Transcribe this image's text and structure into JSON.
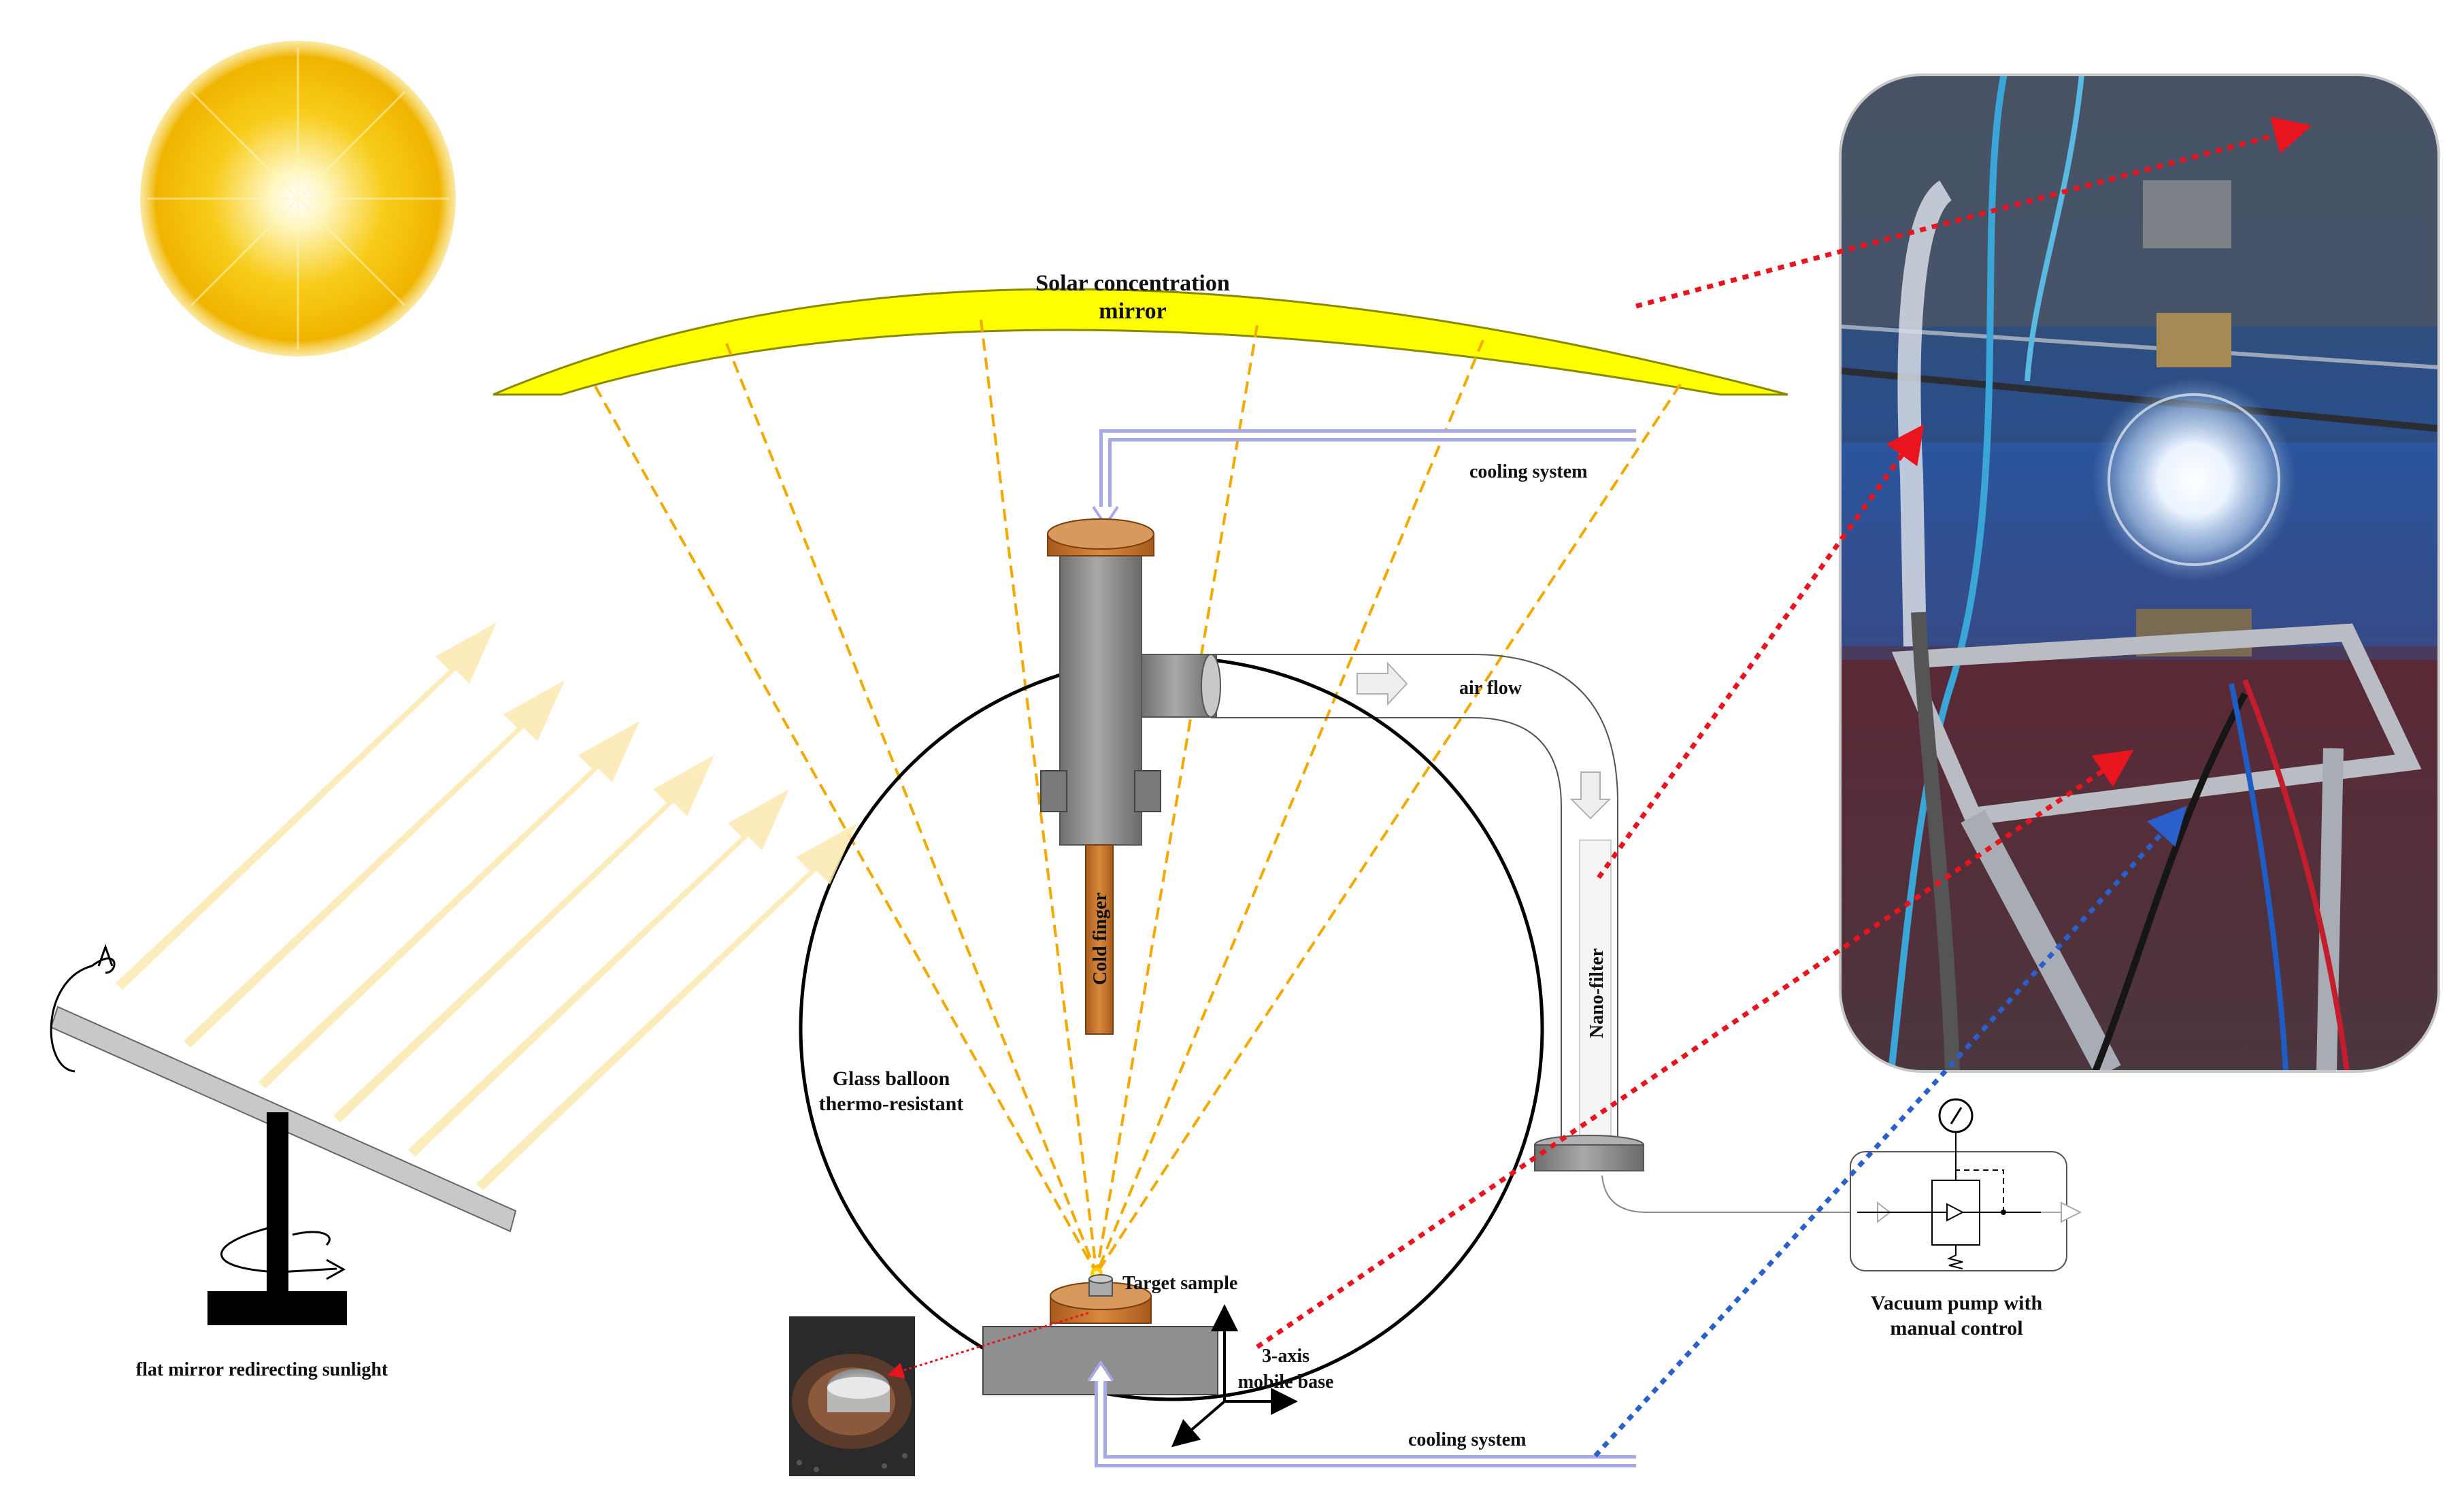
{
  "labels": {
    "mirror": [
      "Solar concentration",
      "mirror"
    ],
    "cooling_top": "cooling system",
    "air_flow": "air flow",
    "cold_finger": "Cold finger",
    "nano_filter": "Nano-filter",
    "balloon": [
      "Glass balloon",
      "thermo-resistant"
    ],
    "target": "Target sample",
    "base": [
      "3-axis",
      "mobile base"
    ],
    "cooling_bottom": "cooling system",
    "vacuum": [
      "Vacuum pump with",
      "manual control"
    ],
    "flat_mirror": "flat mirror redirecting sunlight"
  },
  "colors": {
    "sun": "#f5c400",
    "mirror_fill": "#ffff00",
    "sun_rays": "#fde9b0",
    "focus_lines": "#f2a900",
    "copper": "#c8752a",
    "steel": "#8c8c8c",
    "pointer_red": "#e8141e",
    "pointer_blue": "#2a5fcc",
    "coolant_line": "#a8a8e8"
  },
  "icons": [
    "sun-icon",
    "rotation-arrow-icon",
    "pressure-gauge-icon",
    "flow-arrow-icon"
  ]
}
